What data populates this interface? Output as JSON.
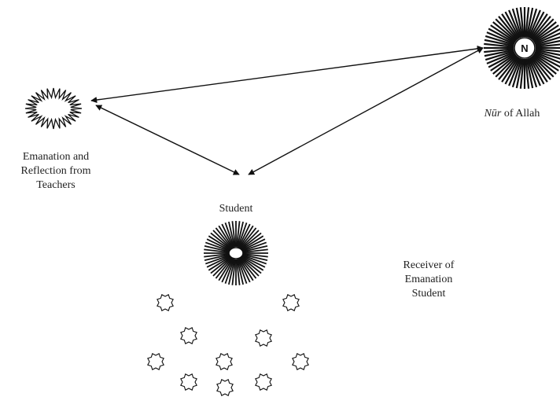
{
  "teachers_label": {
    "lines": [
      "Emanation and",
      "Reflection from",
      "Teachers"
    ]
  },
  "nur_label": {
    "italic": "Nūr",
    "rest": " of Allah"
  },
  "nur_symbol": "N",
  "student_label": "Student",
  "receiver_label": {
    "lines": [
      "Receiver of",
      "Emanation",
      "Student"
    ]
  },
  "colors": {
    "ink": "#111111",
    "text": "#222222",
    "background": "#ffffff"
  }
}
